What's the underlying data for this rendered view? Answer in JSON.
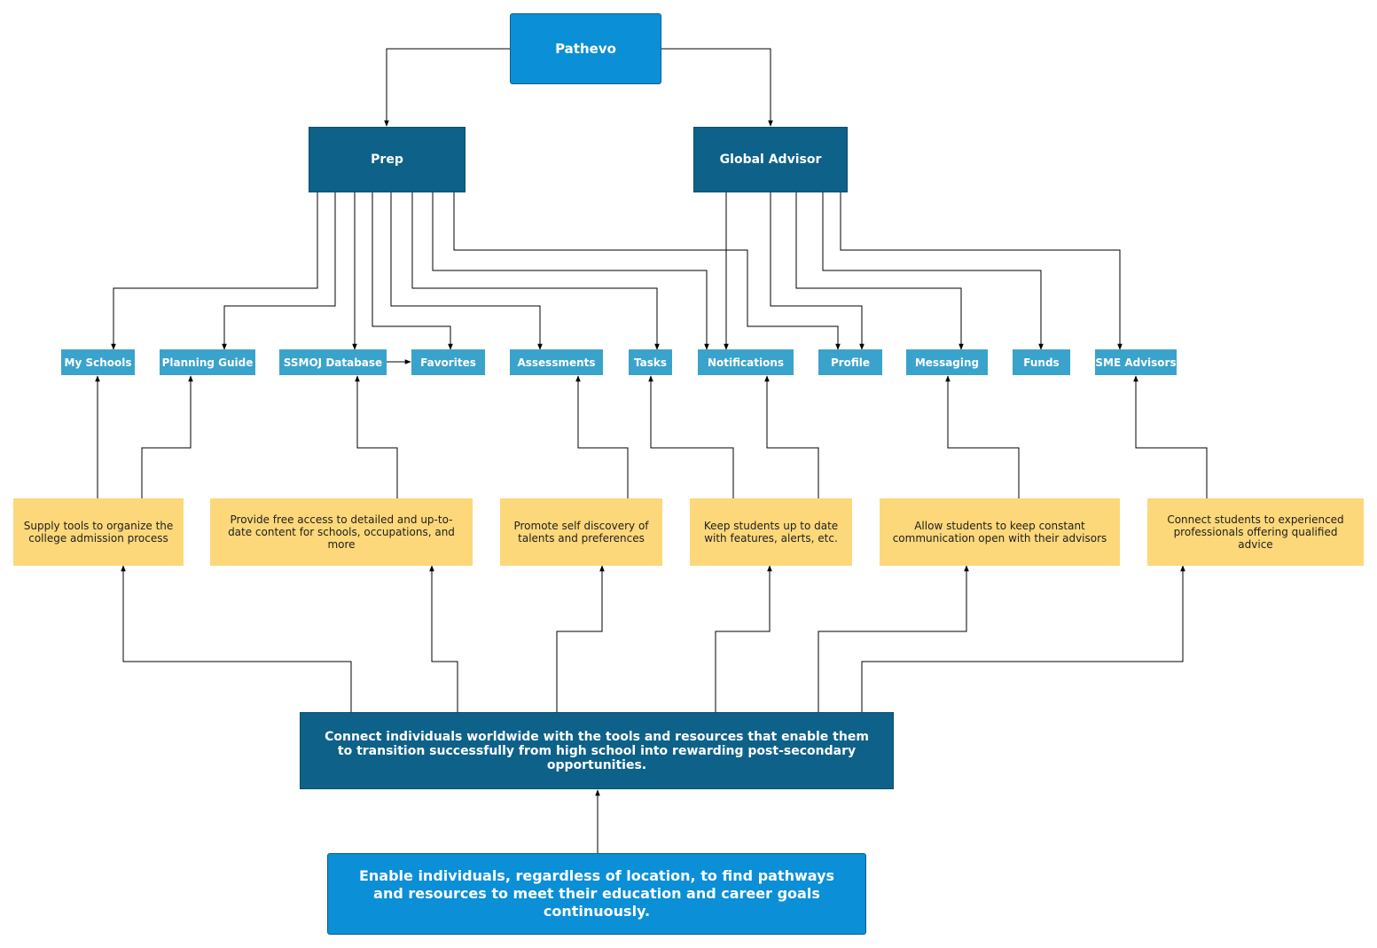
{
  "root": {
    "label": "Pathevo"
  },
  "branches": {
    "prep": "Prep",
    "global_advisor": "Global Advisor"
  },
  "features": {
    "my_schools": "My Schools",
    "planning_guide": "Planning Guide",
    "ssmoj_database": "SSMOJ Database",
    "favorites": "Favorites",
    "assessments": "Assessments",
    "tasks": "Tasks",
    "notifications": "Notifications",
    "profile": "Profile",
    "messaging": "Messaging",
    "funds": "Funds",
    "sme_advisors": "SME Advisors"
  },
  "goals": {
    "organize": "Supply tools to organize the college admission process",
    "access": "Provide free access to detailed and up-to-date content for schools, occupations, and more",
    "discovery": "Promote self discovery of talents and preferences",
    "updates": "Keep students up to date with features, alerts, etc.",
    "communication": "Allow students to keep constant communication open with their advisors",
    "professionals": "Connect students to experienced professionals offering qualified advice"
  },
  "mission": "Connect individuals worldwide with the tools and resources that enable them to transition successfully from high school into rewarding post-secondary opportunities.",
  "vision": "Enable individuals, regardless of location, to find pathways and resources to meet their education and career goals continuously.",
  "colors": {
    "top_blue": "#0b8fd6",
    "dark_blue": "#0e6189",
    "leaf_blue": "#3aa3cb",
    "goal_yellow": "#fdd87a",
    "connector": "#000000"
  }
}
